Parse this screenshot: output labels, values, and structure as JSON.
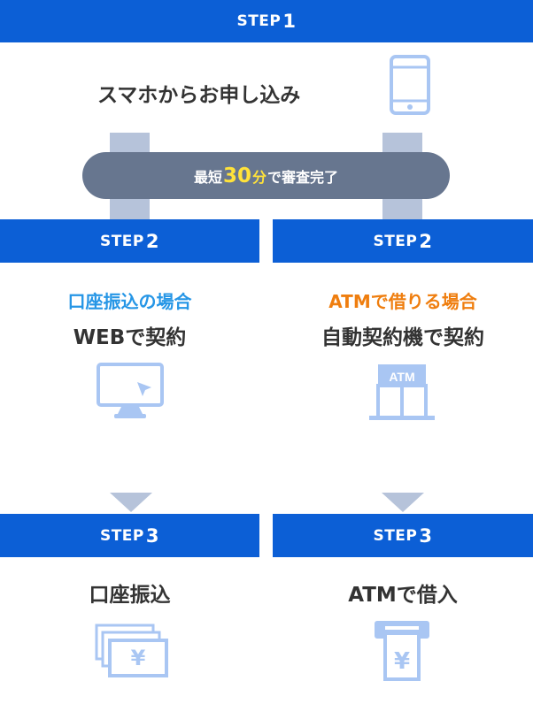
{
  "step1": {
    "label": "STEP",
    "number": "1",
    "text": "スマホからお申し込み",
    "icon": "smartphone-icon"
  },
  "review": {
    "prefix": "最短",
    "number": "30",
    "unit": "分",
    "suffix": "で審査完了"
  },
  "left": {
    "step2": {
      "label": "STEP",
      "number": "2"
    },
    "method": "口座振込の場合",
    "text": "WEBで契約",
    "icon": "computer-monitor-icon",
    "step3": {
      "label": "STEP",
      "number": "3"
    },
    "result": "口座振込",
    "result_icon": "yen-bills-icon"
  },
  "right": {
    "step2": {
      "label": "STEP",
      "number": "2"
    },
    "method": "ATMで借りる場合",
    "text": "自動契約機で契約",
    "icon": "atm-building-icon",
    "icon_text": "ATM",
    "step3": {
      "label": "STEP",
      "number": "3"
    },
    "result": "ATMで借入",
    "result_icon": "atm-yen-cash-icon"
  },
  "colors": {
    "step_bar": "#0c5fd6",
    "connector": "#b6c3da",
    "pill": "#67768f",
    "highlight": "#ffe23a",
    "left_method": "#2696e6",
    "right_method": "#ef7e0f",
    "icon": "#a9c6f3",
    "text": "#333333"
  }
}
